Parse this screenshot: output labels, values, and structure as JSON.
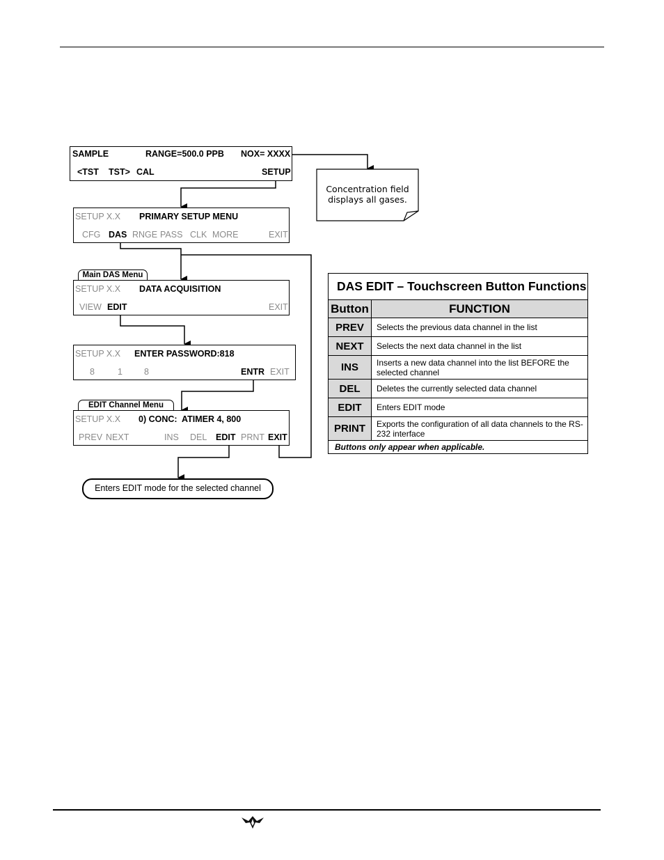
{
  "screens": {
    "main": {
      "mode": "SAMPLE",
      "range": "RANGE=500.0 PPB",
      "nox": "NOX= XXXX",
      "btn_tst_prev": "<TST",
      "btn_tst_next": "TST>",
      "btn_cal": "CAL",
      "btn_setup": "SETUP"
    },
    "setup": {
      "label": "SETUP X.X",
      "title": "PRIMARY SETUP MENU",
      "btn_cfg": "CFG",
      "btn_das": "DAS",
      "btn_rnge": "RNGE",
      "btn_pass": "PASS",
      "btn_clk": "CLK",
      "btn_more": "MORE",
      "btn_exit": "EXIT"
    },
    "das": {
      "tab": "Main DAS Menu",
      "label": "SETUP X.X",
      "title": "DATA ACQUISITION",
      "btn_view": "VIEW",
      "btn_edit": "EDIT",
      "btn_exit": "EXIT"
    },
    "password": {
      "label": "SETUP X.X",
      "title": "ENTER PASSWORD:818",
      "digit1": "8",
      "digit2": "1",
      "digit3": "8",
      "btn_entr": "ENTR",
      "btn_exit": "EXIT"
    },
    "channel": {
      "tab": "EDIT Channel Menu",
      "label": "SETUP X.X",
      "title": "0) CONC:",
      "value": "ATIMER 4, 800",
      "btn_prev": "PREV",
      "btn_next": "NEXT",
      "btn_ins": "INS",
      "btn_del": "DEL",
      "btn_edit": "EDIT",
      "btn_prnt": "PRNT",
      "btn_exit": "EXIT"
    }
  },
  "note": {
    "line1": "Concentration field",
    "line2": "displays all gases."
  },
  "result": "Enters EDIT mode for the selected channel",
  "table": {
    "title": "DAS EDIT – Touchscreen Button Functions",
    "col_button": "Button",
    "col_function": "FUNCTION",
    "rows": [
      {
        "button": "PREV",
        "function": "Selects the previous data channel in the list"
      },
      {
        "button": "NEXT",
        "function": "Selects the next data channel in the list"
      },
      {
        "button": "INS",
        "function": "Inserts a new data channel into the list BEFORE the selected channel"
      },
      {
        "button": "DEL",
        "function": "Deletes the currently selected data channel"
      },
      {
        "button": "EDIT",
        "function": "Enters EDIT mode"
      },
      {
        "button": "PRINT",
        "function": "Exports the configuration of all data channels to the RS-232 interface"
      }
    ],
    "footer": "Buttons only appear when applicable."
  },
  "logo_icon": "teledyne-logo-icon"
}
